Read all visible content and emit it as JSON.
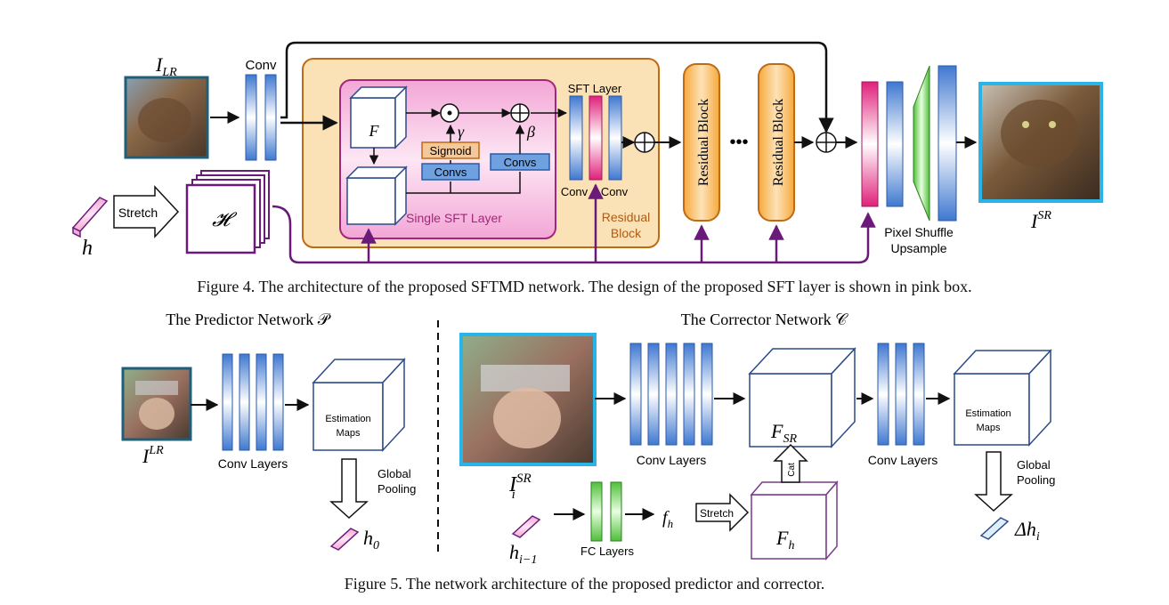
{
  "fig4": {
    "caption": "Figure 4. The architecture of the proposed SFTMD network. The design of the proposed SFT layer is shown in pink box.",
    "input_label_base": "I",
    "input_label_sub": "LR",
    "output_label_base": "I",
    "output_label_sup": "SR",
    "conv": "Conv",
    "stretch": "Stretch",
    "H": "𝓗",
    "h": "h",
    "F": "F",
    "gamma": "γ",
    "beta": "β",
    "sigmoid": "Sigmoid",
    "convs": "Convs",
    "sft_layer": "SFT Layer",
    "single_sft": "Single SFT Layer",
    "residual_block_inner_1": "Residual",
    "residual_block_inner_2": "Block",
    "residual_block": "Residual Block",
    "dots": "•••",
    "pixel_shuffle_1": "Pixel Shuffle",
    "pixel_shuffle_2": "Upsample"
  },
  "fig5": {
    "caption": "Figure 5. The network architecture of the proposed predictor and corrector.",
    "predictor_title": "The Predictor Network 𝒫",
    "corrector_title": "The Corrector Network 𝒞",
    "conv_layers": "Conv Layers",
    "estimation_1": "Estimation",
    "estimation_2": "Maps",
    "global_1": "Global",
    "global_2": "Pooling",
    "ilr_base": "I",
    "ilr_sup": "LR",
    "h0_base": "h",
    "h0_sub": "0",
    "isr_base": "I",
    "isr_sup": "SR",
    "isr_sub": "i",
    "hprev_base": "h",
    "hprev_sub": "i−1",
    "fc_layers": "FC Layers",
    "fh_base": "f",
    "fh_sub": "h",
    "stretch": "Stretch",
    "cat": "Cat",
    "Fsr_base": "F",
    "Fsr_sub": "SR",
    "Fh_base": "F",
    "Fh_sub": "h",
    "dh_base": "Δh",
    "dh_sub": "i"
  },
  "colors": {
    "purple": "#6a1a78",
    "orange_border": "#c06a14",
    "orange_fill": "#fbdca8",
    "pink_border": "#a0287a",
    "pink_fill": "#f7c6e4",
    "blue": "#4f86d6",
    "magenta": "#e0207a",
    "green": "#5fbf4a",
    "frame_cyan": "#29b4e8",
    "frame_teal": "#1f5f78"
  },
  "icons": [
    "cat-photo-lr",
    "cat-photo-sr",
    "girl-photo-lr",
    "girl-photo-sr"
  ]
}
